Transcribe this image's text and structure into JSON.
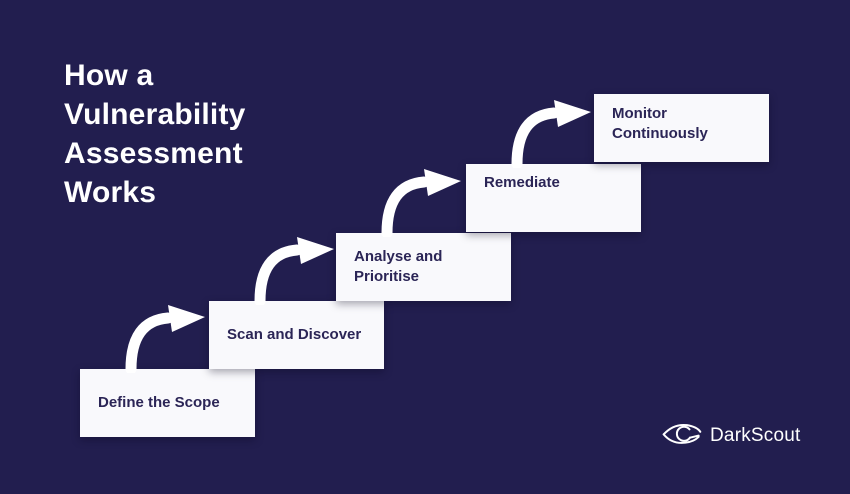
{
  "title": {
    "text": "How a Vulnerability Assessment Works",
    "lines": [
      "How a",
      "Vulnerability",
      "Assessment",
      "Works"
    ]
  },
  "steps": [
    {
      "label": "Define the Scope"
    },
    {
      "label": "Scan and Discover"
    },
    {
      "label": "Analyse and Prioritise"
    },
    {
      "label": "Remediate"
    },
    {
      "label": "Monitor Continuously"
    }
  ],
  "arrows": {
    "count": 4,
    "icon": "curved-up-right-arrow-icon",
    "color": "#ffffff"
  },
  "brand": {
    "name": "DarkScout",
    "icon": "eye-orbit-icon"
  },
  "colors": {
    "background": "#221e4f",
    "box_fill": "#f9f9fc",
    "box_text": "#2b2556",
    "title_text": "#ffffff",
    "arrow": "#ffffff",
    "brand_text": "#ffffff"
  }
}
